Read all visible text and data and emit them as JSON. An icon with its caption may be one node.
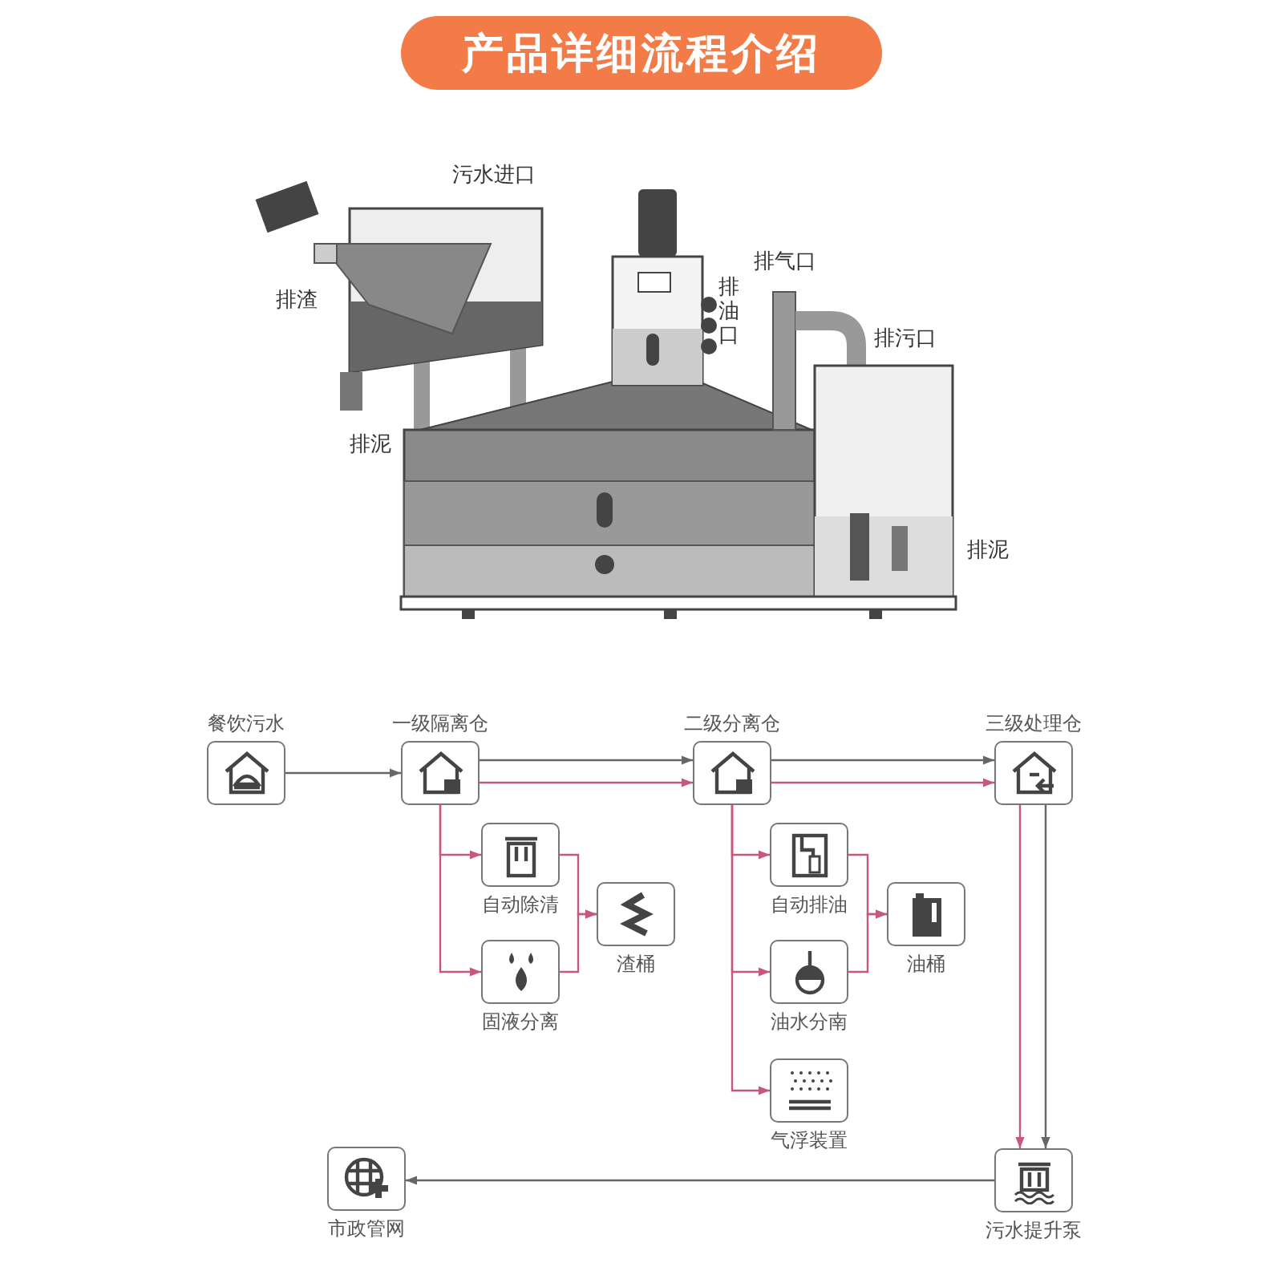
{
  "diagram": {
    "title": "产品详细流程介绍",
    "nodes": [
      {
        "text": [
          "餐饮污水"
        ]
      },
      {
        "text": [
          "一级隔离仓"
        ]
      },
      {
        "text": [
          "二级分离仓"
        ]
      },
      {
        "text": [
          "三级处理仓"
        ]
      },
      {
        "text": [
          "自动除清"
        ]
      },
      {
        "text": [
          "固液分离"
        ]
      },
      {
        "text": [
          "渣桶"
        ]
      },
      {
        "text": [
          "自动排油"
        ]
      },
      {
        "text": [
          "油水分南"
        ]
      },
      {
        "text": [
          "油桶"
        ]
      },
      {
        "text": [
          "气浮装置"
        ]
      },
      {
        "text": [
          "污水提升泵"
        ]
      },
      {
        "text": [
          "市政管网"
        ]
      }
    ],
    "edges": [
      {
        "from": 0,
        "to": 1,
        "arrow": "to",
        "color": "#666666"
      },
      {
        "from": 1,
        "to": 2,
        "arrow": "to",
        "color": "#666666"
      },
      {
        "from": 1,
        "to": 2,
        "arrow": "to"
      },
      {
        "from": 2,
        "to": 3,
        "arrow": "to",
        "color": "#666666"
      },
      {
        "from": 2,
        "to": 3,
        "arrow": "to"
      },
      {
        "from": 1,
        "to": 4,
        "arrow": "to"
      },
      {
        "from": 1,
        "to": 5,
        "arrow": "to"
      },
      {
        "from": 4,
        "to": 6,
        "arrow": "to"
      },
      {
        "from": 5,
        "to": 6,
        "arrow": "to"
      },
      {
        "from": 2,
        "to": 7,
        "arrow": "to"
      },
      {
        "from": 2,
        "to": 8,
        "arrow": "to"
      },
      {
        "from": 2,
        "to": 10,
        "arrow": "to"
      },
      {
        "from": 7,
        "to": 9,
        "arrow": "to"
      },
      {
        "from": 8,
        "to": 9,
        "arrow": "to"
      },
      {
        "from": 3,
        "to": 11,
        "arrow": "to"
      },
      {
        "from": 3,
        "to": 11,
        "arrow": "to",
        "color": "#666666"
      },
      {
        "from": 11,
        "to": 12,
        "arrow": "to",
        "color": "#666666"
      }
    ],
    "labels": [
      "污水进口",
      "排气口",
      "排渣",
      "排油口",
      "排污口",
      "排泥",
      "排泥"
    ]
  }
}
